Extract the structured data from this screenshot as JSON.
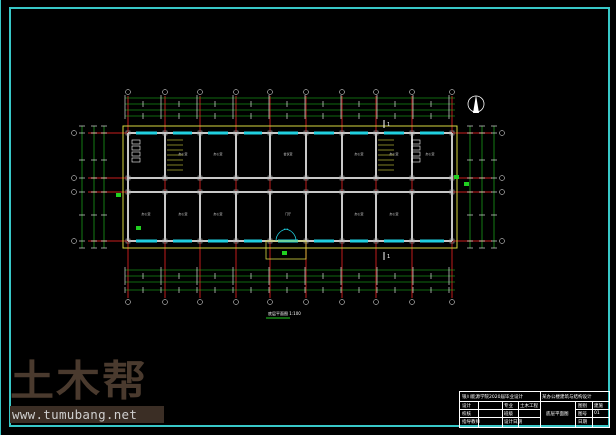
{
  "drawing": {
    "plan_title": "底层平面图 1:100",
    "north_symbol": "north-arrow",
    "section_marks": [
      "1",
      "1"
    ],
    "rooms": [
      "办公室",
      "办公室",
      "会议室",
      "办公室",
      "办公室",
      "办公室",
      "门厅",
      "办公室",
      "办公室",
      "办公室",
      "办公室",
      "办公室"
    ]
  },
  "title_block": {
    "project": "银川能源学院2020届毕业设计",
    "drawing_name": "某办公楼建筑与结构设计",
    "sheet_title": "底层平面图",
    "rows": [
      {
        "label": "设计",
        "label2": "专业",
        "value2": "土木工程",
        "label3": "图别",
        "value3": "建施"
      },
      {
        "label": "校核",
        "label2": "班级",
        "value2": "",
        "label3": "图号",
        "value3": "01"
      },
      {
        "label": "指导教师",
        "label2": "设计日期",
        "value2": "",
        "label3": "日期",
        "value3": ""
      }
    ]
  },
  "watermark": {
    "logo": "土木帮",
    "url": "www.tumubang.net"
  },
  "colors": {
    "frame": "#38c8c8",
    "wall": "#c8c8c8",
    "axis": "#a01818",
    "dim": "#20d020",
    "window": "#20d0e0",
    "outline": "#d8d840"
  }
}
